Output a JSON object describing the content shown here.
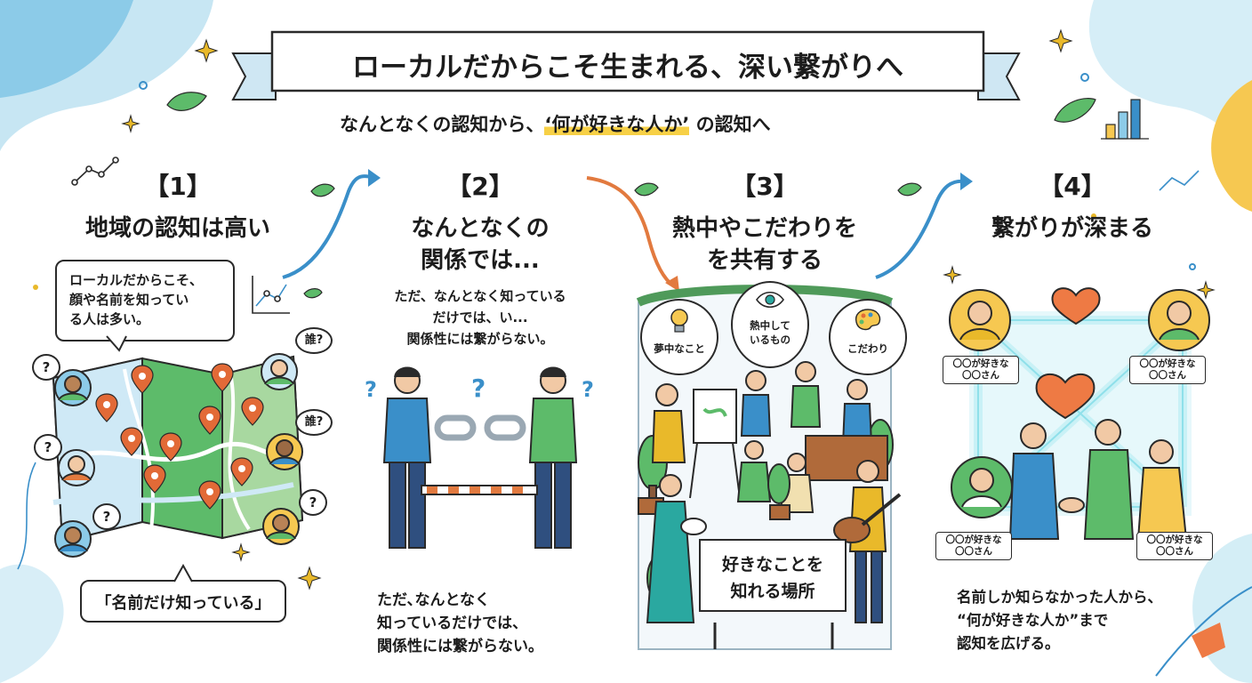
{
  "banner": {
    "title": "ローカルだからこそ生まれる、深い繋がりへ"
  },
  "subtitle": {
    "before": "なんとなくの認知から、",
    "highlight": "‘何が好きな人か’",
    "after": " の認知へ"
  },
  "colors": {
    "accent_blue": "#3a8fc9",
    "accent_orange": "#e27a3f",
    "highlight_yellow": "#f7d046",
    "map_green": "#5dbb6a",
    "pin_orange": "#e26a37",
    "heart": "#ee7a44",
    "glow": "#c9f1f6"
  },
  "steps": [
    {
      "num": "【1】",
      "title": [
        "地域の認知は高い"
      ],
      "bubble": [
        "ローカルだからこそ、",
        "顔や名前を知ってい",
        "る人は多い。"
      ],
      "marks": [
        "?",
        "?",
        "誰?",
        "誰?",
        "?",
        "?"
      ],
      "caption": "「名前だけ知っている」"
    },
    {
      "num": "【2】",
      "title": [
        "なんとなくの",
        "関係では..."
      ],
      "note": [
        "ただ、なんとなく知っている",
        "だけでは、い...",
        "関係性には繋がらない。"
      ],
      "marks": [
        "?",
        "?",
        "?"
      ],
      "caption": [
        "ただ､なんとなく",
        "知っているだけでは、",
        "関係性には繋がらない。"
      ]
    },
    {
      "num": "【3】",
      "title": [
        "熱中やこだわりを",
        "を共有する"
      ],
      "bubbles": [
        {
          "label": "夢中なこと",
          "icon": "lightbulb-icon"
        },
        {
          "label": [
            "熱中して",
            "いるもの"
          ],
          "icon": "eye-icon"
        },
        {
          "label": "こだわり",
          "icon": "palette-icon"
        }
      ],
      "sign": [
        "好きなことを",
        "知れる場所"
      ]
    },
    {
      "num": "【4】",
      "title": [
        "繋がりが深まる"
      ],
      "tags": [
        [
          "〇〇が好きな",
          "〇〇さん"
        ],
        [
          "〇〇が好きな",
          "〇〇さん"
        ],
        [
          "〇〇が好きな",
          "〇〇さん"
        ],
        [
          "〇〇が好きな",
          "〇〇さん"
        ]
      ],
      "caption": [
        "名前しか知らなかった人から、",
        "“何が好きな人か”まで",
        "認知を広げる。"
      ]
    }
  ]
}
